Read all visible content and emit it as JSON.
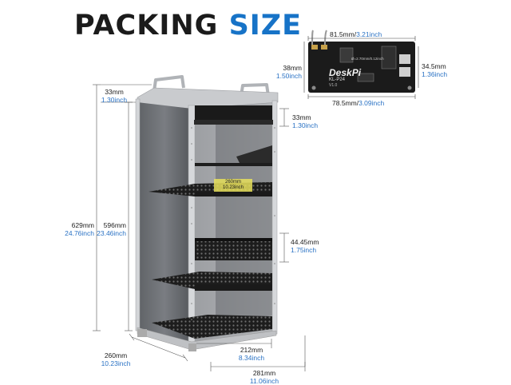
{
  "title": {
    "part1": "PACKING",
    "part2": "SIZE"
  },
  "colors": {
    "title_dark": "#1b1b1b",
    "title_accent": "#1773c7",
    "inch_text": "#2a72c4"
  },
  "board": {
    "brand": "DeskPi",
    "model": "KL-P24",
    "version": "V1.0",
    "width_mm": "81.5mm",
    "width_in": "3.21inch",
    "height_mm": "38mm",
    "height_in": "1.50inch",
    "bottom_mm": "78.5mm",
    "bottom_in": "3.09inch",
    "side_mm": "34.5mm",
    "side_in": "1.36inch",
    "hole_label": "Ø=2.70mm/0.12inch"
  },
  "rack": {
    "top_gap_mm": "33mm",
    "top_gap_in": "1.30inch",
    "unit_mm": "33mm",
    "unit_in": "1.30inch",
    "total_mm": "629mm",
    "total_in": "24.76inch",
    "body_mm": "596mm",
    "body_in": "23.46inch",
    "vent_mm": "44.45mm",
    "vent_in": "1.75inch",
    "depth_mm": "260mm",
    "depth_in": "10.23inch",
    "inner_w_mm": "212mm",
    "inner_w_in": "8.34inch",
    "outer_w_mm": "281mm",
    "outer_w_in": "11.06inch",
    "shelf_mm": "260mm",
    "shelf_in": "10.23inch"
  }
}
